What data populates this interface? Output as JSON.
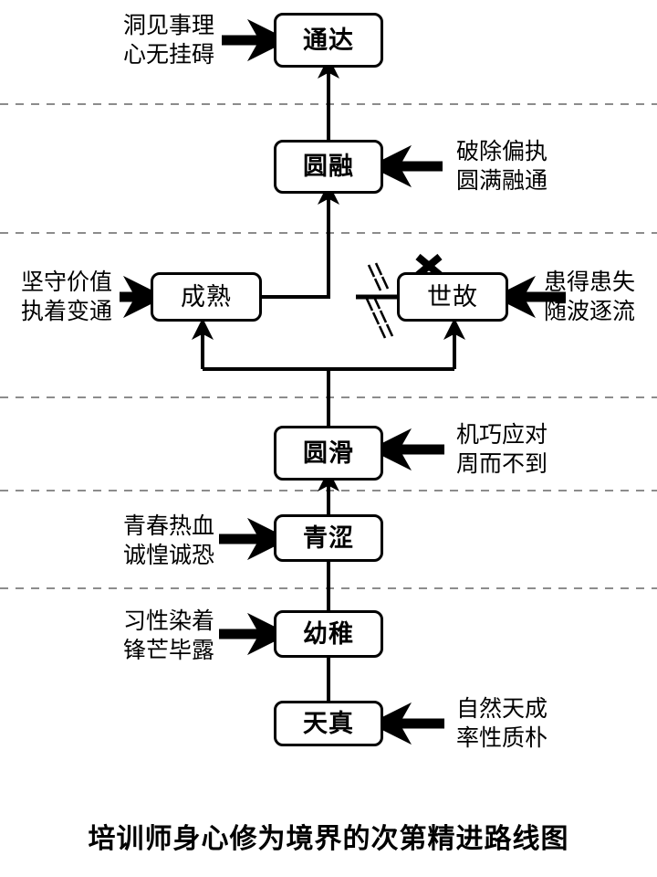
{
  "diagram": {
    "title": "培训师身心修为境界的次第精进路线图",
    "stroke_color": "#000000",
    "background_color": "#ffffff",
    "divider_color": "#666666",
    "nodes": [
      {
        "id": "tongda",
        "label": "通达"
      },
      {
        "id": "yuanrong",
        "label": "圆融"
      },
      {
        "id": "chengshu",
        "label": "成熟"
      },
      {
        "id": "shigu",
        "label": "世故"
      },
      {
        "id": "yuanhua",
        "label": "圆滑"
      },
      {
        "id": "qingse",
        "label": "青涩"
      },
      {
        "id": "youzhi",
        "label": "幼稚"
      },
      {
        "id": "tianzhen",
        "label": "天真"
      }
    ],
    "annotations": [
      {
        "id": "tongda-note",
        "side": "left",
        "line1": "洞见事理",
        "line2": "心无挂碍"
      },
      {
        "id": "yuanrong-note",
        "side": "right",
        "line1": "破除偏执",
        "line2": "圆满融通"
      },
      {
        "id": "chengshu-note",
        "side": "left",
        "line1": "坚守价值",
        "line2": "执着变通"
      },
      {
        "id": "shigu-note",
        "side": "right",
        "line1": "患得患失",
        "line2": "随波逐流"
      },
      {
        "id": "yuanhua-note",
        "side": "right",
        "line1": "机巧应对",
        "line2": "周而不到"
      },
      {
        "id": "qingse-note",
        "side": "left",
        "line1": "青春热血",
        "line2": "诚惶诚恐"
      },
      {
        "id": "youzhi-note",
        "side": "left",
        "line1": "习性染着",
        "line2": "锋芒毕露"
      },
      {
        "id": "tianzhen-note",
        "side": "right",
        "line1": "自然天成",
        "line2": "率性质朴"
      }
    ],
    "blocked_marker": {
      "symbol": "X",
      "meaning": "blocked-path-to-shigu"
    },
    "divider_count": 5
  }
}
